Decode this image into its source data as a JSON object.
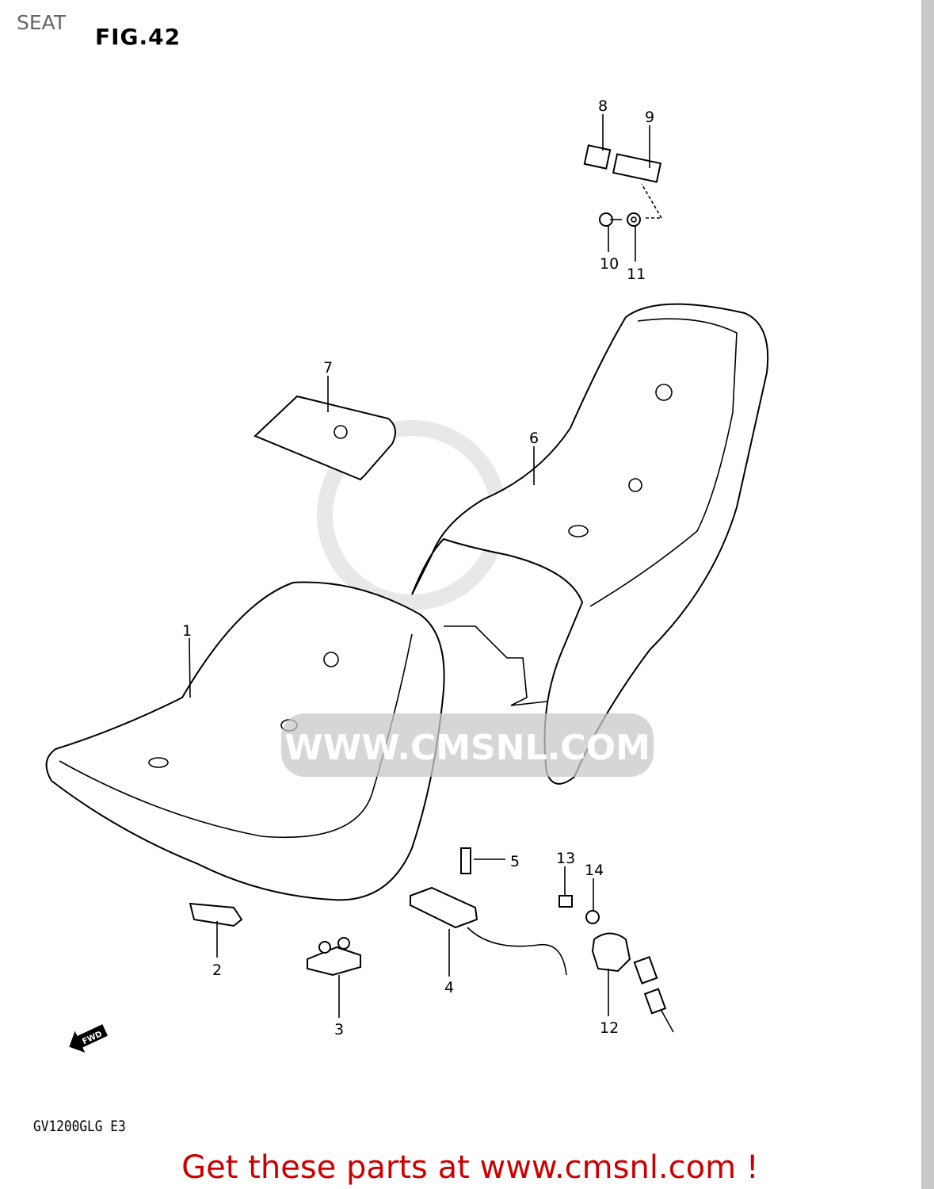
{
  "header": {
    "section_title": "SEAT",
    "figure_label": "FIG.42"
  },
  "diagram": {
    "callouts": [
      "1",
      "2",
      "3",
      "4",
      "5",
      "6",
      "7",
      "8",
      "9",
      "10",
      "11",
      "12",
      "13",
      "14"
    ],
    "fwd_arrow_label": "FWD",
    "watermark": "WWW.CMSNL.COM"
  },
  "footer": {
    "model_code": "GV1200GLG E3",
    "promo_text": "Get these parts at www.cmsnl.com !",
    "promo_color": "#cc0000"
  }
}
